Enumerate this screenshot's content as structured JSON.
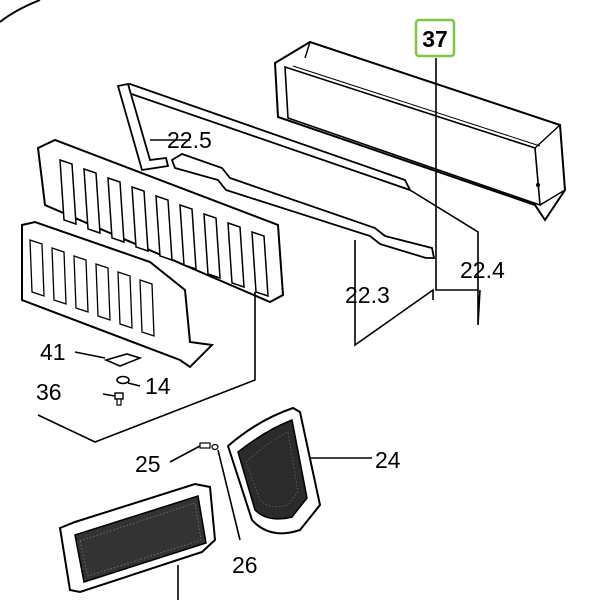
{
  "diagram": {
    "highlight_color": "#7dc742",
    "labels": {
      "p37": "37",
      "p22_5": "22.5",
      "p22_4": "22.4",
      "p22_3": "22.3",
      "p41": "41",
      "p14": "14",
      "p36": "36",
      "p25": "25",
      "p24": "24",
      "p26": "26"
    }
  }
}
